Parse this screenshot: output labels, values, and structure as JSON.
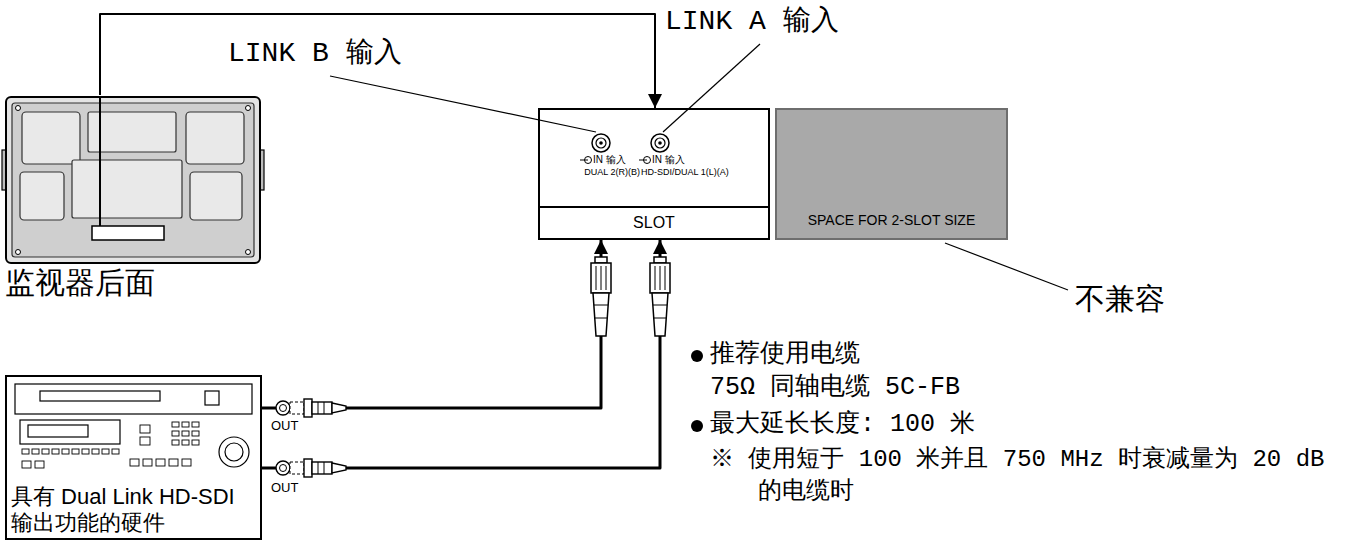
{
  "diagram": {
    "nodes": [
      {
        "text": [
          "监视器后面"
        ]
      },
      {
        "text": [
          "IN 输入",
          "IN 输入",
          "DUAL 2(R)(B)",
          "HD-SDI/DUAL 1(L)(A)",
          "SLOT"
        ]
      },
      {
        "text": [
          "SPACE FOR 2-SLOT SIZE"
        ]
      },
      {
        "text": [
          "具有 Dual Link HD-SDI 输出功能的硬件"
        ]
      }
    ],
    "edges": [
      {
        "from": 0,
        "to": 1,
        "arrow": "to"
      },
      {
        "from": 3,
        "to": 1,
        "arrow": "to"
      },
      {
        "from": 3,
        "to": 1,
        "arrow": "to"
      }
    ],
    "labels": [
      "LINK B 输入",
      "LINK A 输入",
      "不兼容",
      "OUT",
      "OUT",
      "推荐使用电缆",
      "75Ω 同轴电缆 5C-FB",
      "最大延长长度: 100 米",
      "※ 使用短于 100 米并且 750 MHz 时衰减量为 20 dB 的电缆时"
    ]
  }
}
